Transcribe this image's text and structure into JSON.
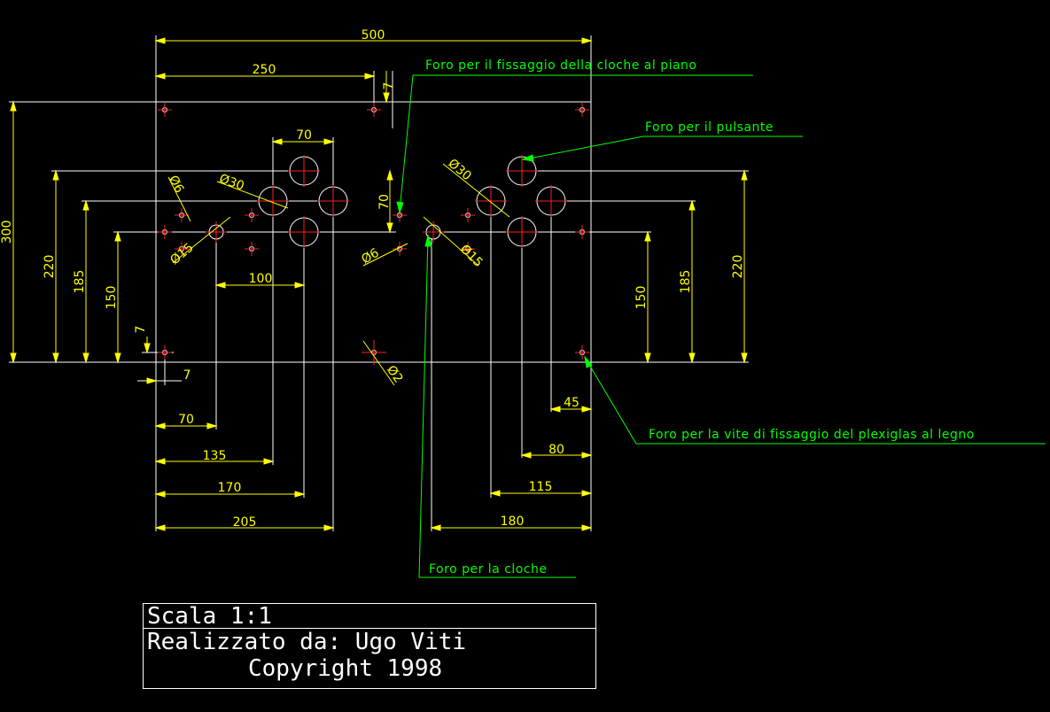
{
  "colors": {
    "background": "#000000",
    "dimension": "#ffff00",
    "leader": "#00ff00",
    "outline": "#ffffff",
    "center_mark": "#ff0000"
  },
  "dimensions": {
    "d500": "500",
    "d250": "250",
    "d7_top": "7",
    "d70_top": "70",
    "d30_left": "Ø30",
    "d6_left": "Ø6",
    "d15_left": "Ø15",
    "d70_vert": "70",
    "d30_right": "Ø30",
    "d6_right": "Ø6",
    "d15_right": "Ø15",
    "d300": "300",
    "d220_left": "220",
    "d185_left": "185",
    "d150_left": "150",
    "d100": "100",
    "d7_side": "7",
    "d7_bottom": "7",
    "d2": "Ø2",
    "d70": "70",
    "d135": "135",
    "d170": "170",
    "d205": "205",
    "d150_right": "150",
    "d185_right": "185",
    "d220_right": "220",
    "d45": "45",
    "d80": "80",
    "d115": "115",
    "d180": "180"
  },
  "notes": {
    "note_fix": "Foro per il fissaggio della cloche al piano",
    "note_button": "Foro per il pulsante",
    "note_screw": "Foro per la vite di fissaggio del plexiglas al legno",
    "note_cloche": "Foro per la cloche"
  },
  "title_block": {
    "scale": "Scala 1:1",
    "author": "Realizzato da: Ugo Viti",
    "copyright": "Copyright 1998"
  }
}
